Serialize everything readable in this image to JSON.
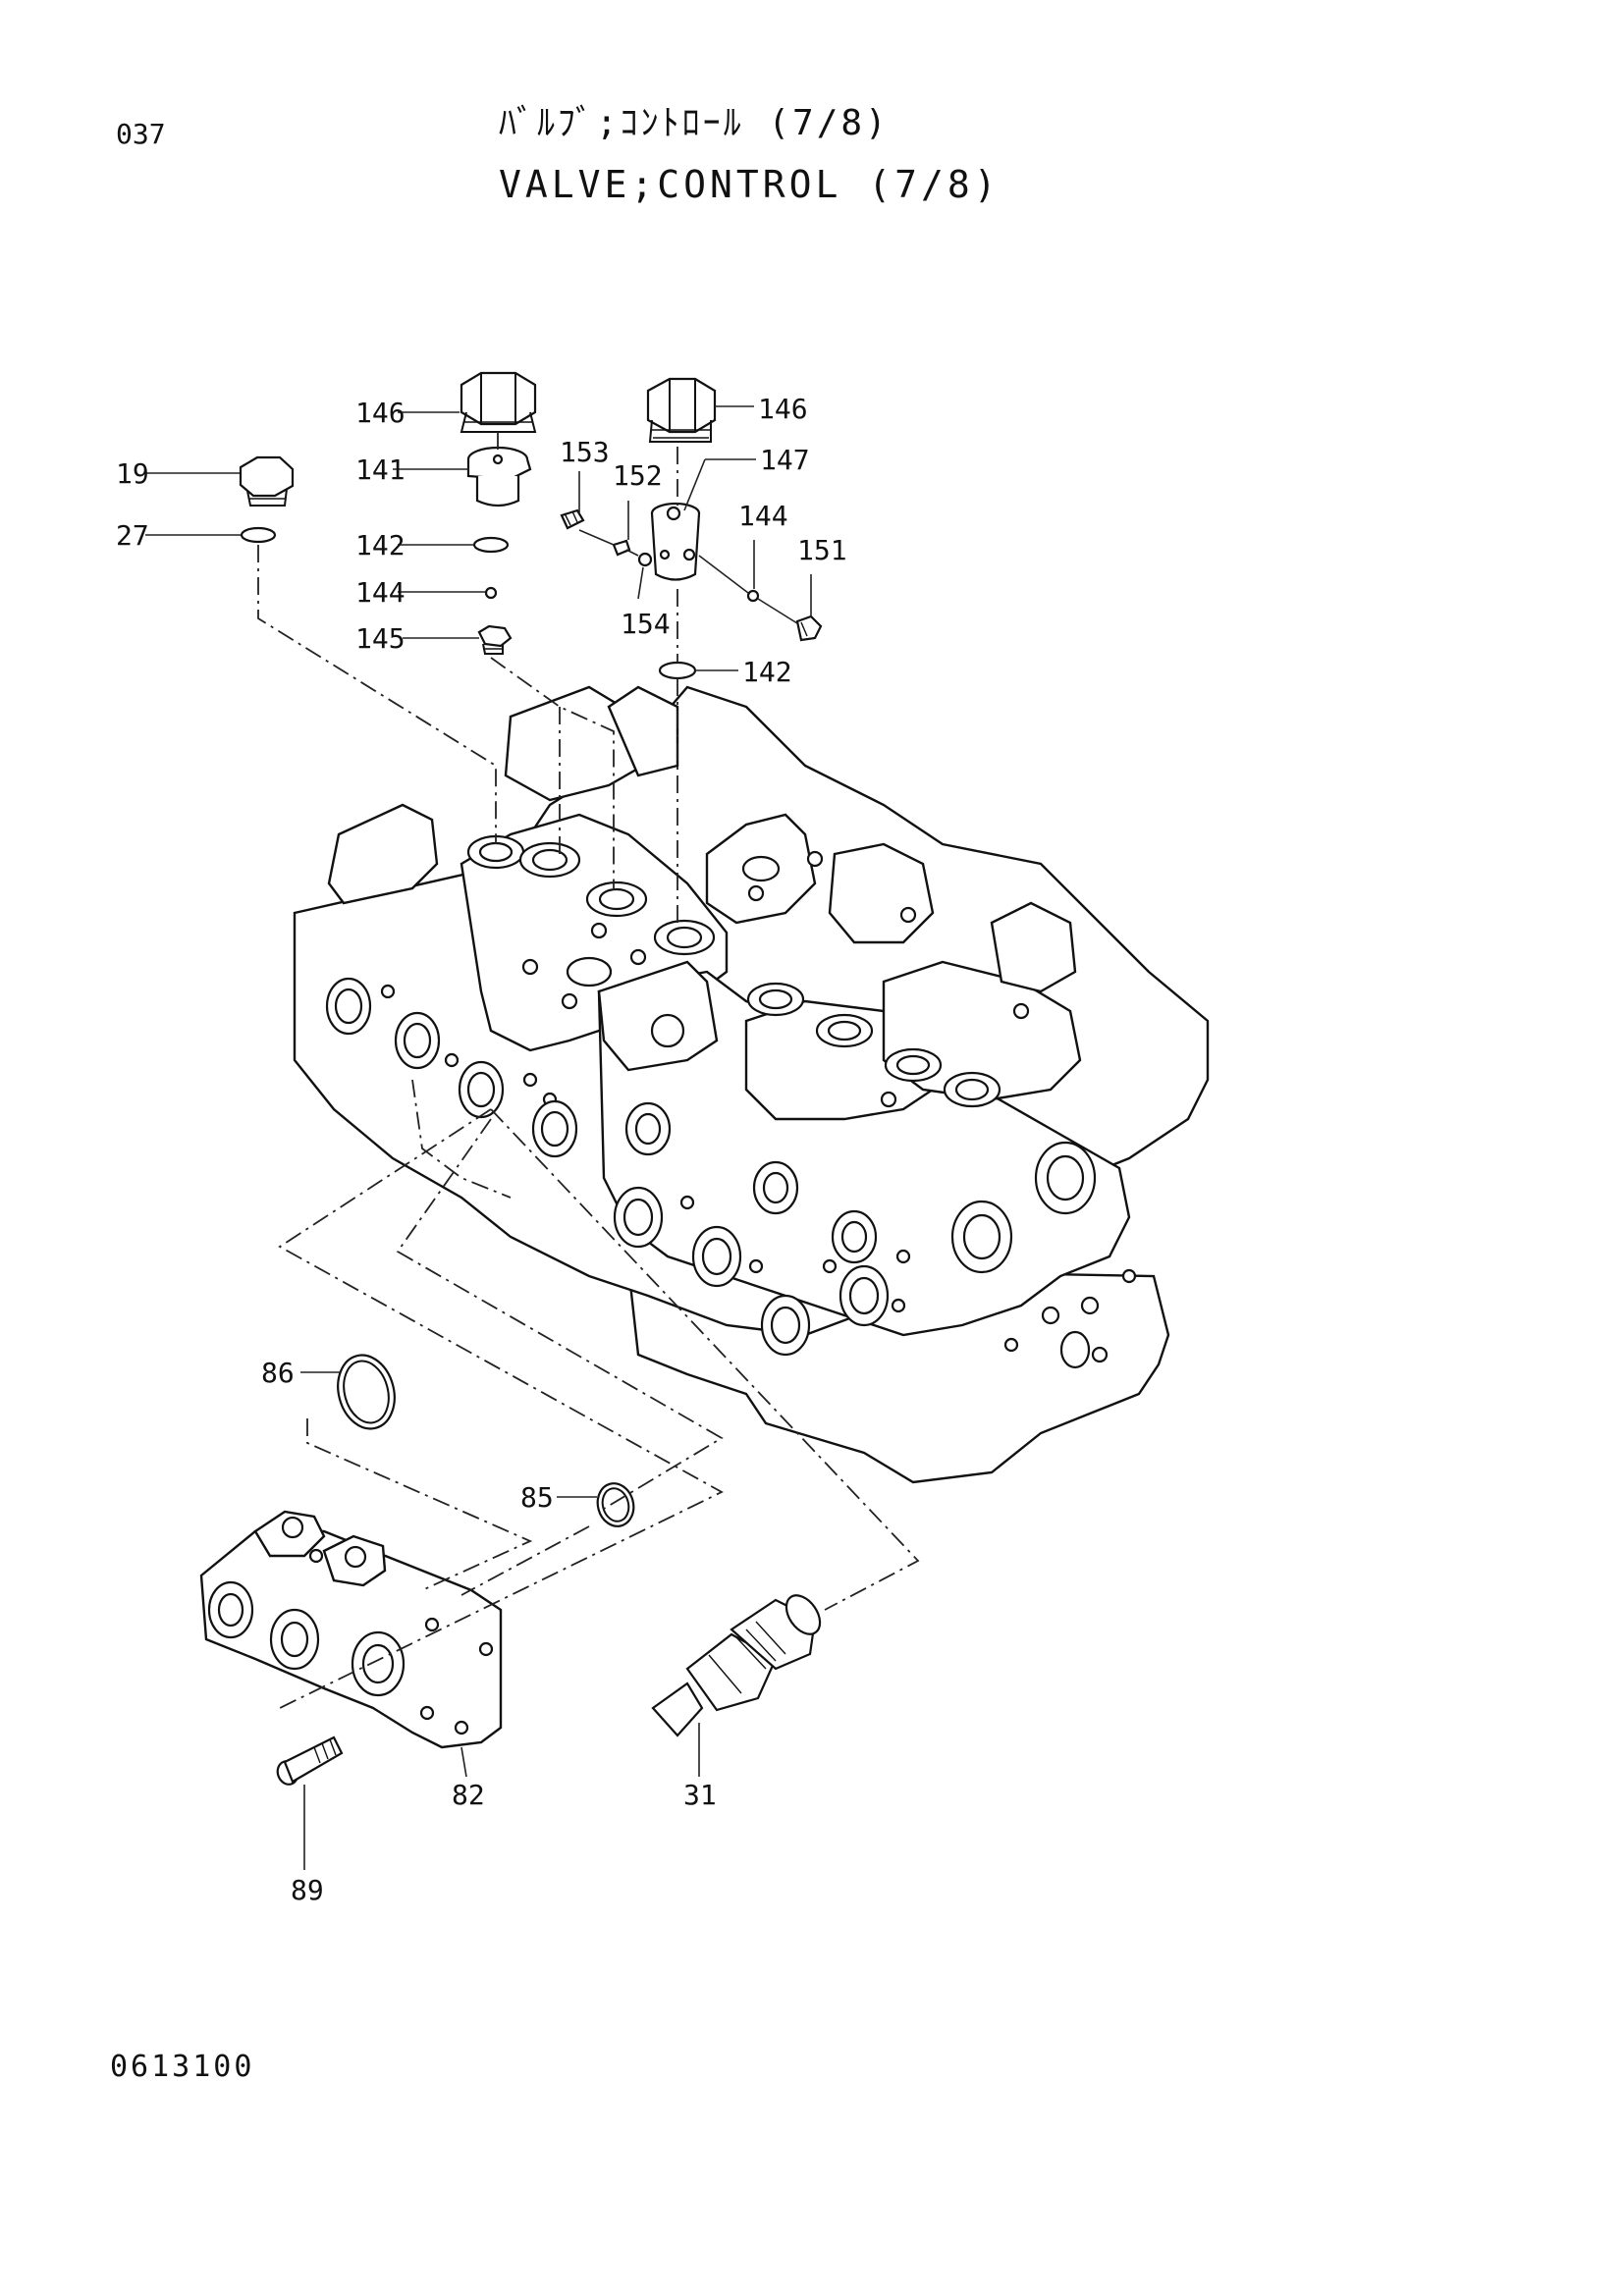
{
  "header": {
    "page_number": "037",
    "title_jp": "ﾊﾞﾙﾌﾞ;ｺﾝﾄﾛｰﾙ (7/8)",
    "title_en": "VALVE;CONTROL (7/8)"
  },
  "footer": {
    "drawing_number": "0613100"
  },
  "callouts": {
    "c146a": "146",
    "c146b": "146",
    "c141": "141",
    "c142a": "142",
    "c142b": "142",
    "c144a": "144",
    "c144b": "144",
    "c145": "145",
    "c19": "19",
    "c27": "27",
    "c153": "153",
    "c152": "152",
    "c147": "147",
    "c151": "151",
    "c154": "154",
    "c86": "86",
    "c85": "85",
    "c82": "82",
    "c89": "89",
    "c31": "31"
  }
}
